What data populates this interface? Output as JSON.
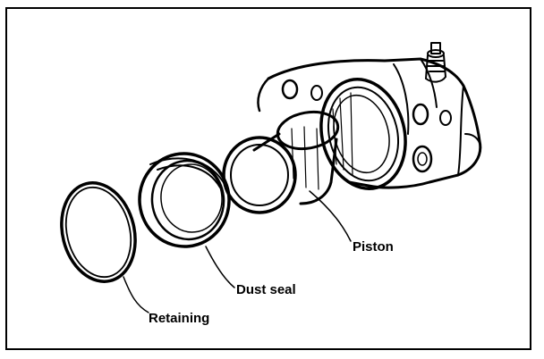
{
  "labels": {
    "piston": "Piston",
    "dust_seal": "Dust seal",
    "retaining": "Retaining"
  },
  "colors": {
    "ink": "#000000",
    "paper": "#ffffff"
  }
}
